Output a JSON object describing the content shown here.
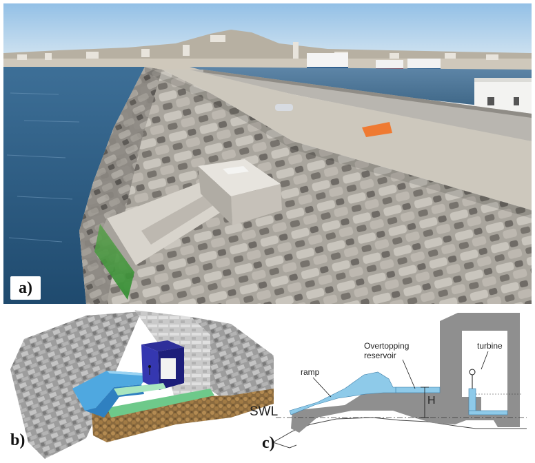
{
  "panels": {
    "a": {
      "label": "a)"
    },
    "b": {
      "label": "b)"
    },
    "c": {
      "label": "c)",
      "annotations": {
        "overtopping_line1": "Overtopping",
        "overtopping_line2": "reservoir",
        "turbine": "turbine",
        "ramp": "ramp",
        "swl": "SWL",
        "height": "H"
      }
    }
  },
  "colors": {
    "sky": "#a9cdea",
    "sea": "#2f5f86",
    "concrete": "#b8b4ad",
    "cyan_structure": "#57b3e6",
    "section_fill": "#8f8f8f",
    "water_fill": "#8ecae9"
  }
}
